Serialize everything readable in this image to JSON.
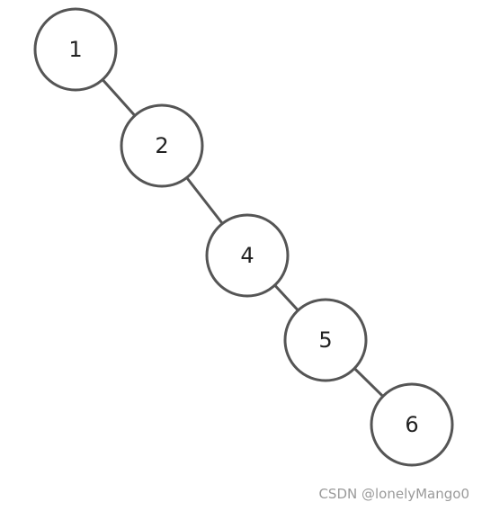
{
  "diagram": {
    "nodes": [
      {
        "id": "n1",
        "label": "1"
      },
      {
        "id": "n2",
        "label": "2"
      },
      {
        "id": "n4",
        "label": "4"
      },
      {
        "id": "n5",
        "label": "5"
      },
      {
        "id": "n6",
        "label": "6"
      }
    ],
    "edges": [
      {
        "from": "n1",
        "to": "n2"
      },
      {
        "from": "n2",
        "to": "n4"
      },
      {
        "from": "n4",
        "to": "n5"
      },
      {
        "from": "n5",
        "to": "n6"
      }
    ],
    "colors": {
      "stroke": "#555555",
      "fill": "#ffffff",
      "text": "#222222"
    }
  },
  "watermark": "CSDN @lonelyMango0"
}
